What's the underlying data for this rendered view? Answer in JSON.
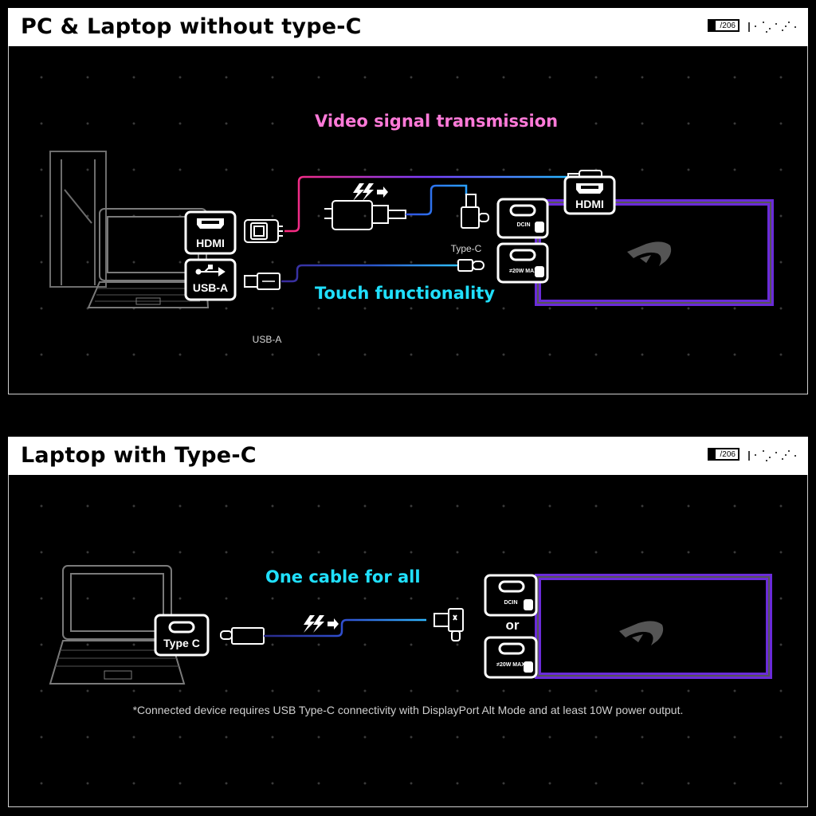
{
  "panel1": {
    "title": "PC & Laptop without type-C",
    "badge": "/206",
    "video_label": "Video signal transmission",
    "touch_label": "Touch functionality",
    "hdmi_port_label": "HDMI",
    "usba_port_label": "USB-A",
    "usba_caption": "USB-A",
    "typec_caption": "Type-C",
    "monitor_hdmi_label": "HDMI",
    "port1_text": "DCIN",
    "port2_text": "≠20W MAX",
    "colors": {
      "video": "#ff7ad9",
      "touch": "#20e0ff",
      "monitor": "#6a2bd9"
    }
  },
  "panel2": {
    "title": "Laptop with Type-C",
    "badge": "/206",
    "cable_label": "One cable for all",
    "typec_port_label": "Type C",
    "or_label": "or",
    "port1_text": "DCIN",
    "port2_text": "≠20W MAX",
    "footnote": "*Connected device requires USB Type-C connectivity with DisplayPort Alt Mode and at least 10W power output.",
    "colors": {
      "label": "#20e0ff",
      "monitor": "#6a2bd9"
    }
  },
  "icons": [
    "laptop-icon",
    "power-adapter-icon",
    "lightning-icon",
    "rog-logo-icon",
    "usb-icon",
    "hdmi-icon",
    "usb-c-icon",
    "displayport-icon"
  ]
}
